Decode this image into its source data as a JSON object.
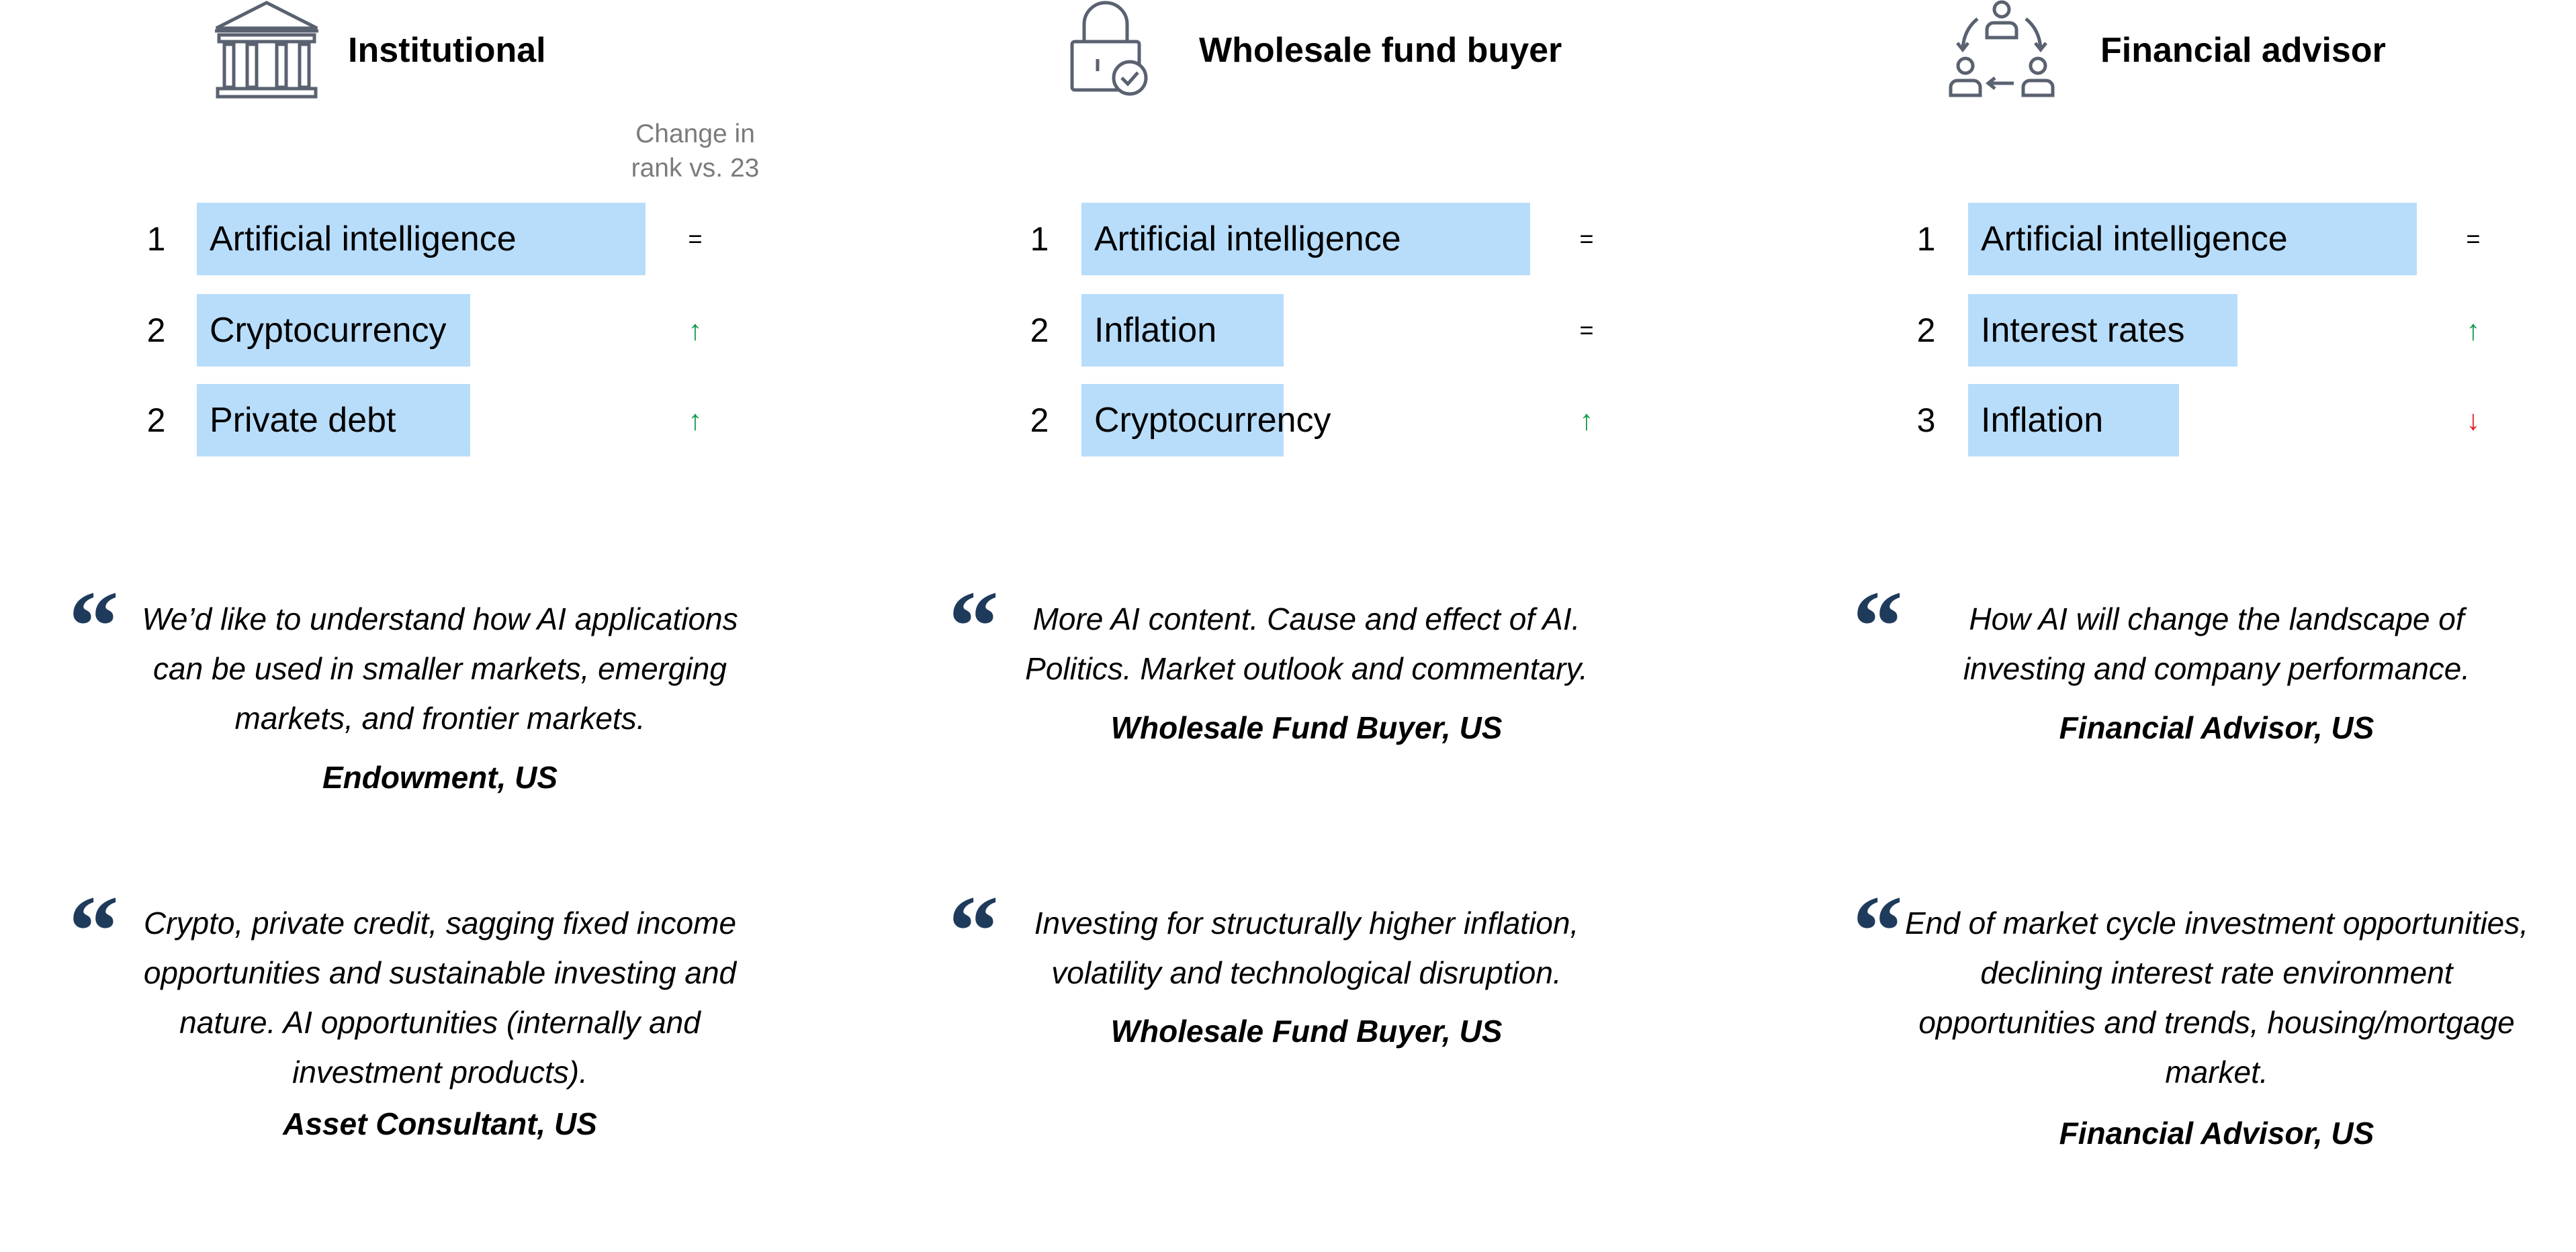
{
  "columns": [
    {
      "title": "Institutional",
      "icon": "bank-icon",
      "change_header": "Change in rank vs. 23",
      "rankings": [
        {
          "rank": "1",
          "label": "Artificial intelligence",
          "change": "=",
          "change_type": "equal",
          "bar": 1.0
        },
        {
          "rank": "2",
          "label": "Cryptocurrency",
          "change": "↑",
          "change_type": "up",
          "bar": 0.61
        },
        {
          "rank": "2",
          "label": "Private debt",
          "change": "↑",
          "change_type": "up",
          "bar": 0.61
        }
      ],
      "quotes": [
        {
          "text": "We’d like to understand how AI applications can be used in smaller markets, emerging markets, and frontier markets.",
          "attribution": "Endowment, US"
        },
        {
          "text": "Crypto, private credit, sagging fixed income opportunities and sustainable investing and nature. AI opportunities (internally and investment products).",
          "attribution": "Asset Consultant, US"
        }
      ]
    },
    {
      "title": "Wholesale fund buyer",
      "icon": "padlock-check-icon",
      "rankings": [
        {
          "rank": "1",
          "label": "Artificial intelligence",
          "change": "=",
          "change_type": "equal",
          "bar": 1.0
        },
        {
          "rank": "2",
          "label": "Inflation",
          "change": "=",
          "change_type": "equal",
          "bar": 0.45
        },
        {
          "rank": "2",
          "label": "Cryptocurrency",
          "change": "↑",
          "change_type": "up",
          "bar": 0.45
        }
      ],
      "quotes": [
        {
          "text": "More AI content. Cause and effect of AI. Politics. Market outlook and commentary.",
          "attribution": "Wholesale Fund Buyer, US"
        },
        {
          "text": "Investing for structurally higher inflation, volatility and technological disruption.",
          "attribution": "Wholesale Fund Buyer, US"
        }
      ]
    },
    {
      "title": "Financial advisor",
      "icon": "people-cycle-icon",
      "rankings": [
        {
          "rank": "1",
          "label": "Artificial intelligence",
          "change": "=",
          "change_type": "equal",
          "bar": 1.0
        },
        {
          "rank": "2",
          "label": "Interest rates",
          "change": "↑",
          "change_type": "up",
          "bar": 0.6
        },
        {
          "rank": "3",
          "label": "Inflation",
          "change": "↓",
          "change_type": "down",
          "bar": 0.47
        }
      ],
      "quotes": [
        {
          "text": "How AI will change the landscape of investing and company performance.",
          "attribution": "Financial Advisor, US"
        },
        {
          "text": "End of market cycle investment opportunities, declining interest rate environment opportunities and trends, housing/mortgage market.",
          "attribution": "Financial Advisor, US"
        }
      ]
    }
  ],
  "colors": {
    "bar": "#b8ddfb",
    "up": "#109a4a",
    "down": "#e21e26",
    "quote_mark": "#1f3b5c",
    "icon": "#5a6170",
    "change_header": "#7b7b7b"
  },
  "quote_mark_glyph": "“"
}
